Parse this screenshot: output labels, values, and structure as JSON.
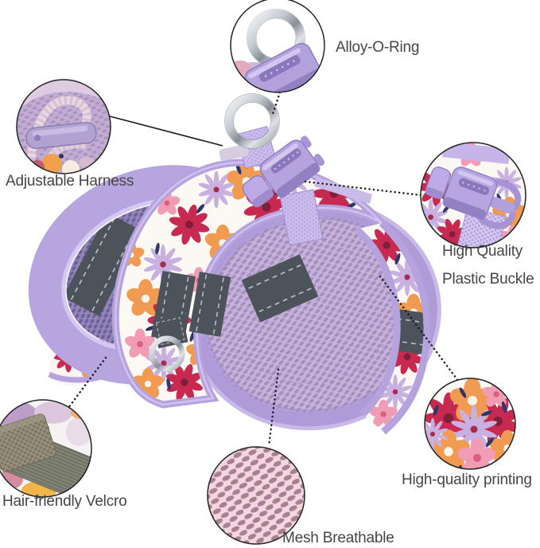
{
  "callouts": {
    "oring": {
      "label": "Alloy-O-Ring"
    },
    "adjustable": {
      "label": "Adjustable Harness"
    },
    "buckle": {
      "label_line1": "High Quality",
      "label_line2": "Plastic Buckle"
    },
    "printing": {
      "label": "High-quality printing"
    },
    "mesh": {
      "label": "Mesh Breathable"
    },
    "velcro": {
      "label": "Hair-friendly Velcro"
    }
  },
  "colors": {
    "background": "#ffffff",
    "harness_purple_band": "#b7a5e0",
    "piping_highlight": "#d5c8f2",
    "mesh_window_dark": "#9385ba",
    "mesh_dome_light": "#c6b1d8",
    "mesh_pink": "#f2d7df",
    "floral_background": "#fcf8f4",
    "floral_red": "#c82950",
    "floral_orange": "#f09a52",
    "floral_lavender": "#c8b0e0",
    "floral_pink": "#f19cb5",
    "leaf_navy": "#2e3768",
    "reflective_gray": "#4d535b",
    "velcro_gray": "#7b7d70",
    "metal_silver": "#c3c8cf",
    "leader_line": "#1a1a1a",
    "label_text": "#454545",
    "callout_border": "#232323"
  }
}
